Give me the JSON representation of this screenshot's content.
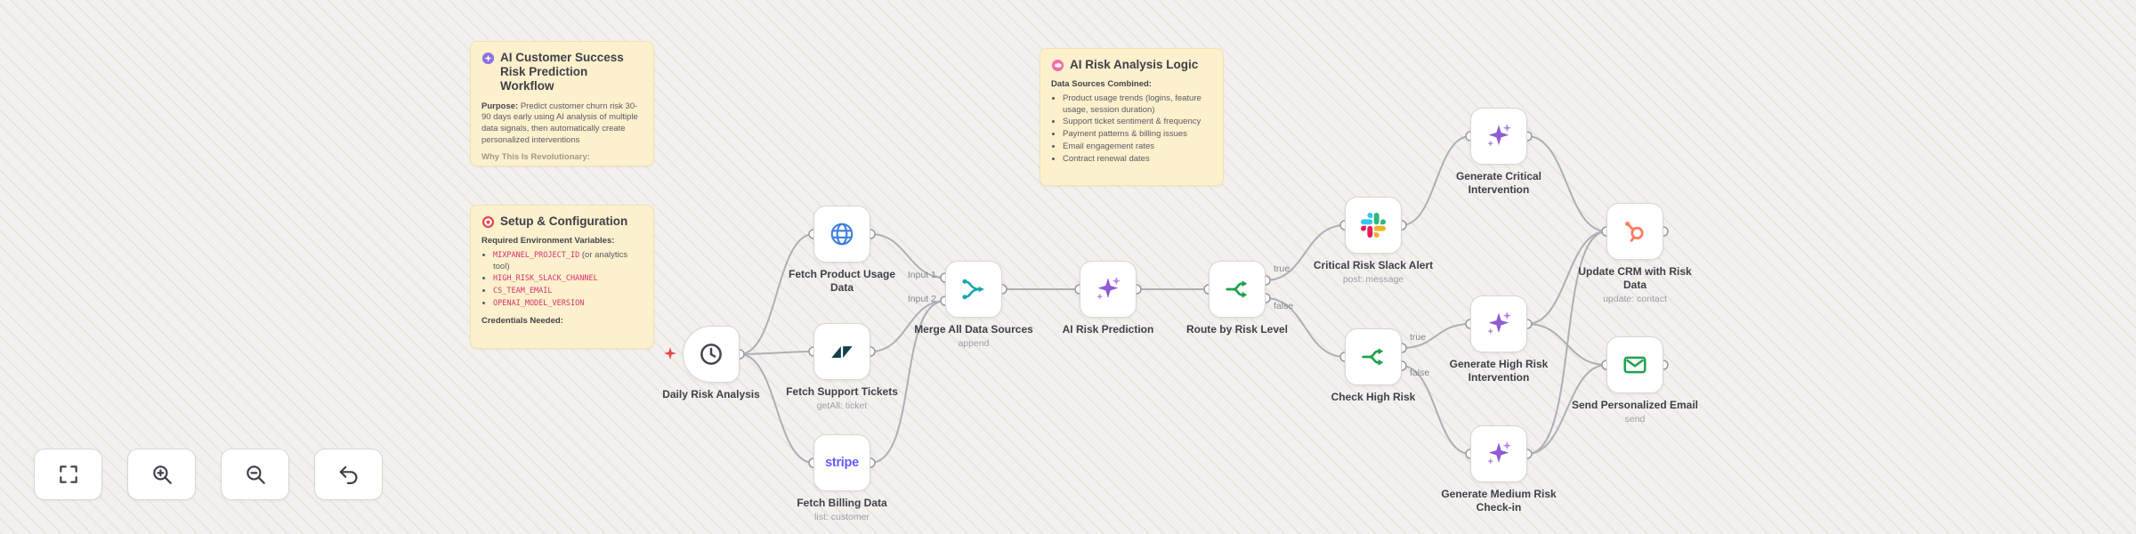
{
  "sticky_notes": [
    {
      "icon": "ai-icon",
      "title": "AI Customer Success Risk Prediction Workflow",
      "purpose_label": "Purpose:",
      "purpose_text": "Predict customer churn risk 30-90 days early using AI analysis of multiple data signals, then automatically create personalized interventions",
      "footer": "Why This Is Revolutionary:"
    },
    {
      "icon": "target-icon",
      "title": "Setup & Configuration",
      "lead": "Required Environment Variables:",
      "env_vars": [
        {
          "code": "MIXPANEL_PROJECT_ID",
          "rest": " (or analytics tool)"
        },
        {
          "code": "HIGH_RISK_SLACK_CHANNEL",
          "rest": ""
        },
        {
          "code": "CS_TEAM_EMAIL",
          "rest": ""
        },
        {
          "code": "OPENAI_MODEL_VERSION",
          "rest": ""
        }
      ],
      "footer": "Credentials Needed:"
    },
    {
      "icon": "brain-icon",
      "title": "AI Risk Analysis Logic",
      "lead": "Data Sources Combined:",
      "bullets": [
        "Product usage trends (logins, feature usage, session duration)",
        "Support ticket sentiment & frequency",
        "Payment patterns & billing issues",
        "Email engagement rates",
        "Contract renewal dates"
      ]
    }
  ],
  "nodes": [
    {
      "label": "Daily Risk Analysis",
      "icon": "clock-icon"
    },
    {
      "label": "Fetch Product Usage Data",
      "icon": "globe-icon"
    },
    {
      "label": "Fetch Support Tickets",
      "subtitle": "getAll: ticket",
      "icon": "zendesk-icon"
    },
    {
      "label": "Fetch Billing Data",
      "subtitle": "list: customer",
      "icon": "stripe-icon",
      "icon_text": "stripe"
    },
    {
      "label": "Merge All Data Sources",
      "subtitle": "append",
      "icon": "merge-icon"
    },
    {
      "label": "AI Risk Prediction",
      "icon": "ai-sparkles-icon"
    },
    {
      "label": "Route by Risk Level",
      "icon": "switch-icon"
    },
    {
      "label": "Critical Risk Slack Alert",
      "subtitle": "post: message",
      "icon": "slack-icon"
    },
    {
      "label": "Check High Risk",
      "icon": "if-icon"
    },
    {
      "label": "Generate Critical Intervention",
      "icon": "ai-sparkles-icon"
    },
    {
      "label": "Generate High Risk Intervention",
      "icon": "ai-sparkles-icon"
    },
    {
      "label": "Generate Medium Risk Check-in",
      "icon": "ai-sparkles-icon"
    },
    {
      "label": "Update CRM with Risk Data",
      "subtitle": "update: contact",
      "icon": "hubspot-icon"
    },
    {
      "label": "Send Personalized Email",
      "subtitle": "send",
      "icon": "email-icon"
    }
  ],
  "edge_labels": {
    "merge_input_1": "Input 1",
    "merge_input_2": "Input 2",
    "route_true": "true",
    "route_false": "false",
    "check_true": "true",
    "check_false": "false"
  },
  "toolbar": {
    "buttons": [
      {
        "icon": "fit-view-icon"
      },
      {
        "icon": "zoom-in-icon"
      },
      {
        "icon": "zoom-out-icon"
      },
      {
        "icon": "undo-icon"
      }
    ]
  },
  "colors": {
    "canvas_bg": "#f3f1ee",
    "sticky_bg": "#fcf0cd",
    "edge": "#aeaeb5",
    "node_border": "#d9d6d2",
    "accent_purple": "#8e5bd4",
    "accent_green": "#1ca24d",
    "merge_teal": "#12a5b0",
    "stripe_purple": "#635bff",
    "hubspot_orange": "#ff7a59",
    "zendesk_dark": "#11414a",
    "slack_colors": [
      "#36C5F0",
      "#2EB67D",
      "#ECB22E",
      "#E01E5A"
    ],
    "env_code": "#d6336c",
    "trigger_indicator": "#e5484d"
  }
}
